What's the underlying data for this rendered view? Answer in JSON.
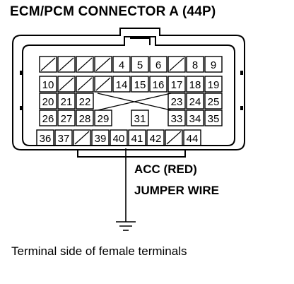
{
  "diagram": {
    "title": "ECM/PCM CONNECTOR A (44P)",
    "wire_color_label": "ACC (RED)",
    "jumper_label": "JUMPER WIRE",
    "caption": "Terminal side of female terminals",
    "ground_icon": "ground-symbol-icon"
  },
  "connector": {
    "name": "ECM/PCM CONNECTOR A",
    "pin_count": 44,
    "rows": [
      [
        "",
        "",
        "",
        "",
        "4",
        "5",
        "6",
        "",
        "8",
        "9"
      ],
      [
        "10",
        "",
        "",
        "",
        "14",
        "15",
        "16",
        "17",
        "18",
        "19"
      ],
      [
        "20",
        "21",
        "22",
        "",
        "",
        "",
        "",
        "23",
        "24",
        "25"
      ],
      [
        "26",
        "27",
        "28",
        "29",
        "",
        "31",
        "",
        "33",
        "34",
        "35"
      ],
      [
        "36",
        "37",
        "",
        "39",
        "40",
        "41",
        "42",
        "",
        "44"
      ]
    ],
    "probed_pin": "40"
  }
}
